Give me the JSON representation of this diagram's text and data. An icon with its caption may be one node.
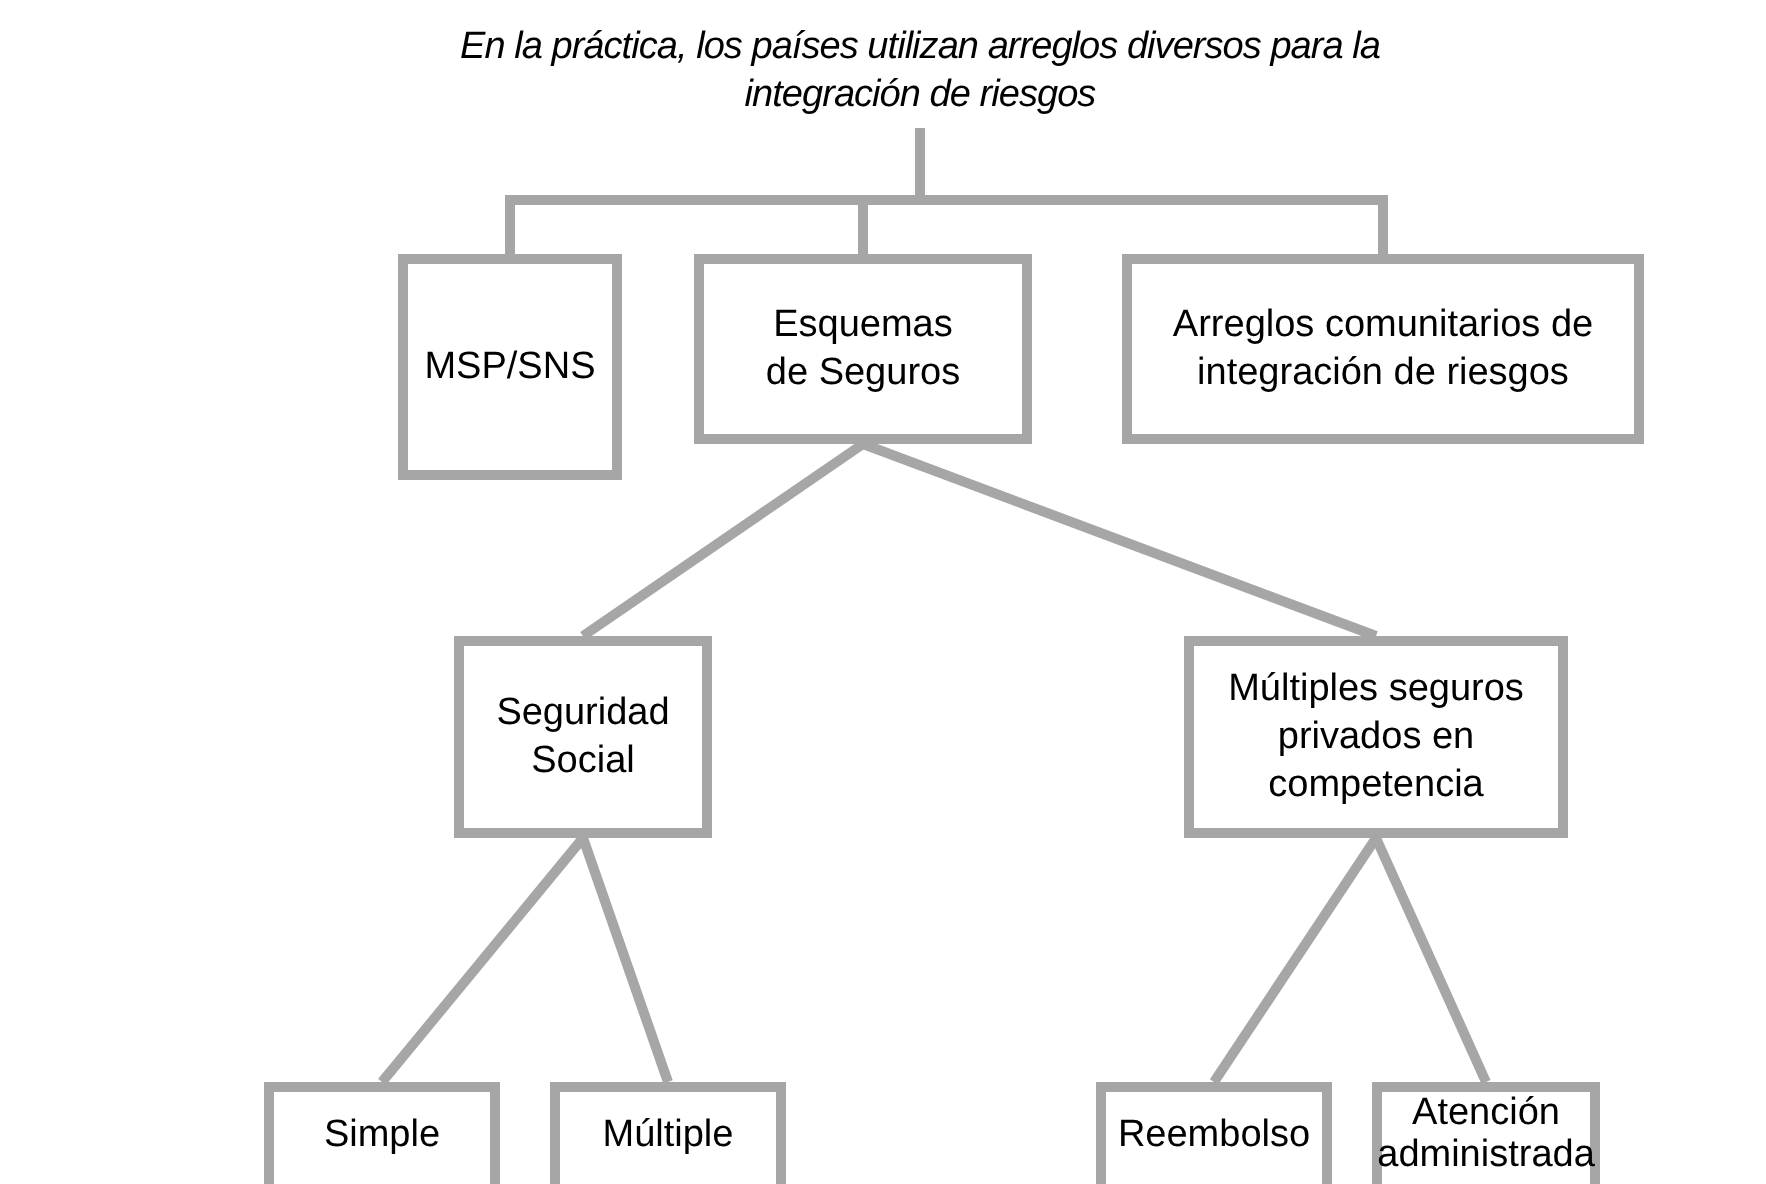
{
  "diagram": {
    "nodes": [
      {
        "text": [
          "En la práctica, los países utilizan arreglos diversos para la integración de riesgos"
        ]
      },
      {
        "text": [
          "MSP/SNS"
        ]
      },
      {
        "text": [
          "Esquemas de Seguros"
        ]
      },
      {
        "text": [
          "Arreglos comunitarios de integración de riesgos"
        ]
      },
      {
        "text": [
          "Seguridad Social"
        ]
      },
      {
        "text": [
          "Múltiples seguros privados en competencia"
        ]
      },
      {
        "text": [
          "Simple"
        ]
      },
      {
        "text": [
          "Múltiple"
        ]
      },
      {
        "text": [
          "Reembolso"
        ]
      },
      {
        "text": [
          "Atención administrada"
        ]
      }
    ],
    "edges": [
      {
        "from": 0,
        "to": 1,
        "arrow": "none"
      },
      {
        "from": 0,
        "to": 2,
        "arrow": "none"
      },
      {
        "from": 0,
        "to": 3,
        "arrow": "none"
      },
      {
        "from": 2,
        "to": 4,
        "arrow": "none"
      },
      {
        "from": 2,
        "to": 5,
        "arrow": "none"
      },
      {
        "from": 4,
        "to": 6,
        "arrow": "none"
      },
      {
        "from": 4,
        "to": 7,
        "arrow": "none"
      },
      {
        "from": 5,
        "to": 8,
        "arrow": "none"
      },
      {
        "from": 5,
        "to": 9,
        "arrow": "none"
      }
    ]
  }
}
